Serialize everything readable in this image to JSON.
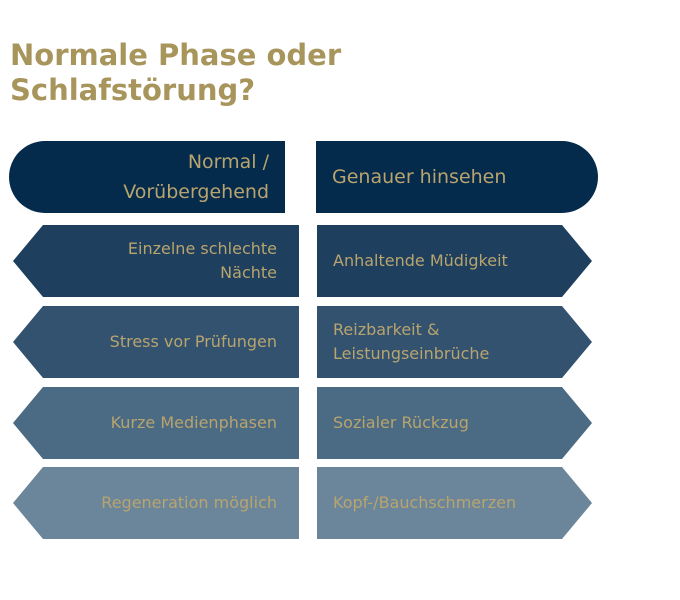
{
  "title": {
    "line1": "Normale Phase oder",
    "line2": "Schlafstörung?"
  },
  "columns": {
    "left": {
      "header_line1": "Normal /",
      "header_line2": "Vorübergehend"
    },
    "right": {
      "header": "Genauer hinsehen"
    }
  },
  "rows": [
    {
      "left_line1": "Einzelne schlechte",
      "left_line2": "Nächte",
      "right_line1": "Anhaltende Müdigkeit",
      "right_line2": ""
    },
    {
      "left_line1": "Stress vor Prüfungen",
      "left_line2": "",
      "right_line1": "Reizbarkeit &",
      "right_line2": "Leistungseinbrüche"
    },
    {
      "left_line1": "Kurze Medienphasen",
      "left_line2": "",
      "right_line1": "Sozialer Rückzug",
      "right_line2": ""
    },
    {
      "left_line1": "Regeneration möglich",
      "left_line2": "",
      "right_line1": "Kopf-/Bauchschmerzen",
      "right_line2": ""
    }
  ],
  "colors": {
    "title": "#a8955c",
    "header_bg": "#042a4c",
    "text": "#b8a46e",
    "row1": "#1e3f5e",
    "row2": "#32526f",
    "row3": "#4b6a83",
    "row4": "#6b869b"
  }
}
